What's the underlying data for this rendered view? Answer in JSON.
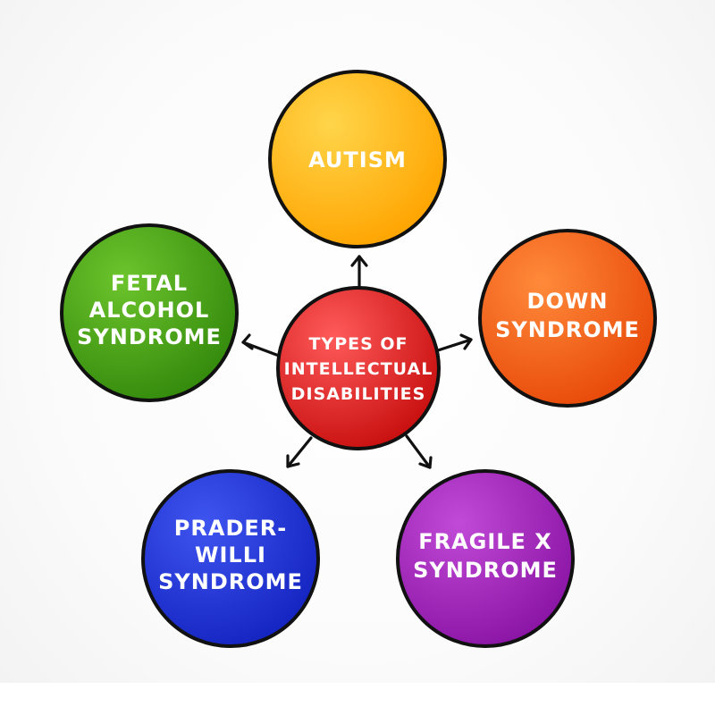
{
  "diagram": {
    "center": {
      "lines": [
        "TYPES OF",
        "INTELLECTUAL",
        "DISABILITIES"
      ],
      "color": "#d41515"
    },
    "nodes": [
      {
        "id": "autism",
        "lines": [
          "AUTISM"
        ],
        "color": "#ffb000"
      },
      {
        "id": "down-syndrome",
        "lines": [
          "DOWN",
          "SYNDROME"
        ],
        "color": "#f05a10"
      },
      {
        "id": "fragile-x-syndrome",
        "lines": [
          "FRAGILE X",
          "SYNDROME"
        ],
        "color": "#9a1fb0"
      },
      {
        "id": "prader-willi-syndrome",
        "lines": [
          "PRADER-",
          "WILLI",
          "SYNDROME"
        ],
        "color": "#1c2fd0"
      },
      {
        "id": "fetal-alcohol-syndrome",
        "lines": [
          "FETAL",
          "ALCOHOL",
          "SYNDROME"
        ],
        "color": "#3f9a12"
      }
    ]
  }
}
